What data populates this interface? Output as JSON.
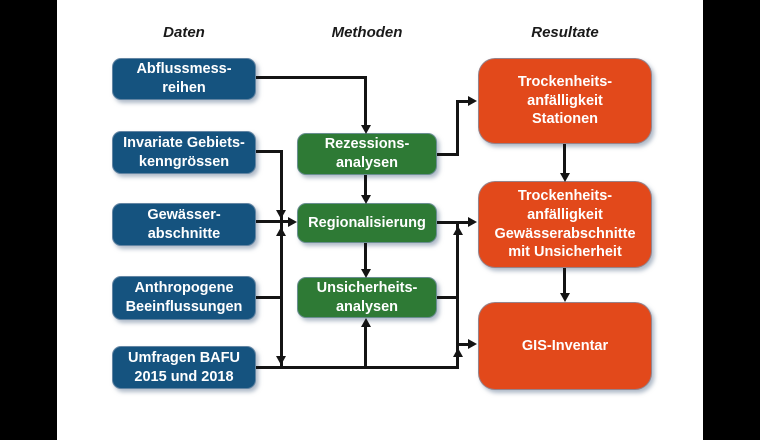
{
  "headers": {
    "daten": "Daten",
    "methoden": "Methoden",
    "resultate": "Resultate"
  },
  "daten": {
    "items": [
      {
        "label": "Abflussmess-\nreihen"
      },
      {
        "label": "Invariate Gebiets-\nkenngrössen"
      },
      {
        "label": "Gewässer-\nabschnitte"
      },
      {
        "label": "Anthropogene\nBeeinflussungen"
      },
      {
        "label": "Umfragen BAFU\n2015 und 2018"
      }
    ]
  },
  "methoden": {
    "items": [
      {
        "label": "Rezessions-\nanalysen"
      },
      {
        "label": "Regionalisierung"
      },
      {
        "label": "Unsicherheits-\nanalysen"
      }
    ]
  },
  "resultate": {
    "items": [
      {
        "label": "Trockenheits-\nanfälligkeit\nStationen"
      },
      {
        "label": "Trockenheits-\nanfälligkeit\nGewässerabschnitte\nmit Unsicherheit"
      },
      {
        "label": "GIS-Inventar"
      }
    ]
  },
  "colors": {
    "data_box": "#15537f",
    "method_box": "#2e7a35",
    "result_box": "#e2491b",
    "connector": "#141414",
    "box_text": "#ffffff",
    "header_text": "#1a1a1a",
    "letterbox": "#000000"
  }
}
